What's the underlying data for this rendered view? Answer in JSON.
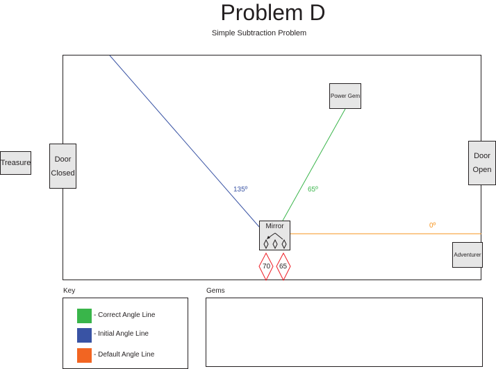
{
  "title": "Problem D",
  "subtitle": "Simple Subtraction Problem",
  "nodes": {
    "treasure": "Treasure",
    "door_closed": [
      "Door",
      "Closed"
    ],
    "door_open": [
      "Door",
      "Open"
    ],
    "power_gem": "Power Gem",
    "adventurer": "Adventurer",
    "mirror": "Mirror"
  },
  "angles": {
    "initial": "135º",
    "correct": "65º",
    "default": "0º"
  },
  "gems_on_mirror": [
    "70",
    "65"
  ],
  "key": {
    "label": "Key",
    "items": [
      {
        "label": "- Correct Angle Line",
        "color": "#39b54a"
      },
      {
        "label": "- Initial Angle Line",
        "color": "#3953a4"
      },
      {
        "label": "- Default Angle Line",
        "color": "#f26522"
      }
    ]
  },
  "gems": {
    "label": "Gems"
  },
  "colors": {
    "initial_line": "#3953a4",
    "correct_line": "#39b54a",
    "default_line": "#f7941d",
    "gem_outline": "#ed1c24"
  }
}
